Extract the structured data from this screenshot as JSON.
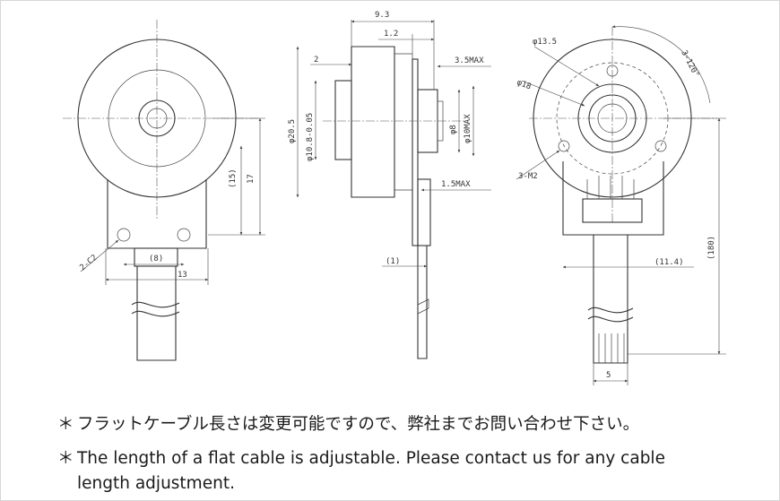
{
  "notes": {
    "bullet": "＊",
    "jp": "フラットケーブル長さは変更可能ですので、弊社までお問い合わせ下さい。",
    "en_line1": "The length of a flat cable is adjustable.  Please contact us for any cable",
    "en_line2": "length adjustment."
  },
  "dimensions": {
    "front": {
      "chamfer": "2-C2",
      "pitch": "(8)",
      "width": "13",
      "h15": "(15)",
      "h17": "17"
    },
    "side": {
      "total": "9.3",
      "t12": "1.2",
      "t2": "2",
      "d205": "φ20.5",
      "d108": "φ10.8-0.05",
      "m35": "3.5MAX",
      "d8": "φ8",
      "d10": "φ10MAX",
      "m15": "1.5MAX",
      "t1": "(1)"
    },
    "rear": {
      "d135": "φ13.5",
      "d18": "φ18",
      "pitch": "3-120°",
      "screw": "3-M2",
      "len180": "(180)",
      "w114": "(11.4)",
      "w5": "5"
    }
  }
}
